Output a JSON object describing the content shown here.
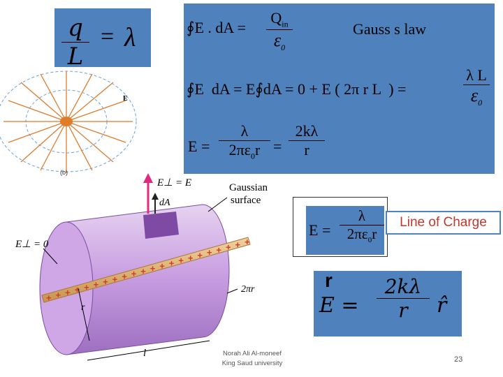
{
  "eq_q_over_l": {
    "num": "q",
    "den": "L",
    "eq": "=",
    "rhs": "λ"
  },
  "gauss": {
    "line1_lhs": "∮E . dA =",
    "line1_num": "Q",
    "line1_num_sub": "in",
    "line1_den": "ε",
    "line1_den_sub": "0",
    "law_label": "Gauss s  law",
    "line2": "∮E  dA = E∮dA = 0 + E ( 2π r L  ) =",
    "line2_num": "λ L",
    "line2_den": "ε",
    "line2_den_sub": "0",
    "line3_lhs": "E =",
    "line3_num1": "λ",
    "line3_den1": "2πε",
    "line3_den1_sub": "0",
    "line3_den1_tail": "r",
    "line3_eq": "=",
    "line3_num2": "2kλ",
    "line3_den2": "r"
  },
  "field_diagram": {
    "vector_label": "E",
    "caption": "(b)"
  },
  "cylinder": {
    "e_perp_top": "E⊥ = E",
    "dA": "dA",
    "gaussian_surface": "Gaussian\nsurface",
    "e_perp_zero": "E⊥ = 0",
    "two_pi_r": "2πr",
    "r": "r",
    "l": "l",
    "charge_sign": "+"
  },
  "boxed_eq": {
    "lhs": "E =",
    "num": "λ",
    "den": "2πε",
    "den_sub": "0",
    "den_tail": "r"
  },
  "line_of_charge": "Line of Charge",
  "vector_eq": {
    "label_r": "r",
    "lhs": "E =",
    "num": "2kλ",
    "den": "r",
    "hat": "r̂"
  },
  "footer": {
    "author": "Norah Ali Al-moneef",
    "university": "King Saud university",
    "page_number": "23"
  }
}
